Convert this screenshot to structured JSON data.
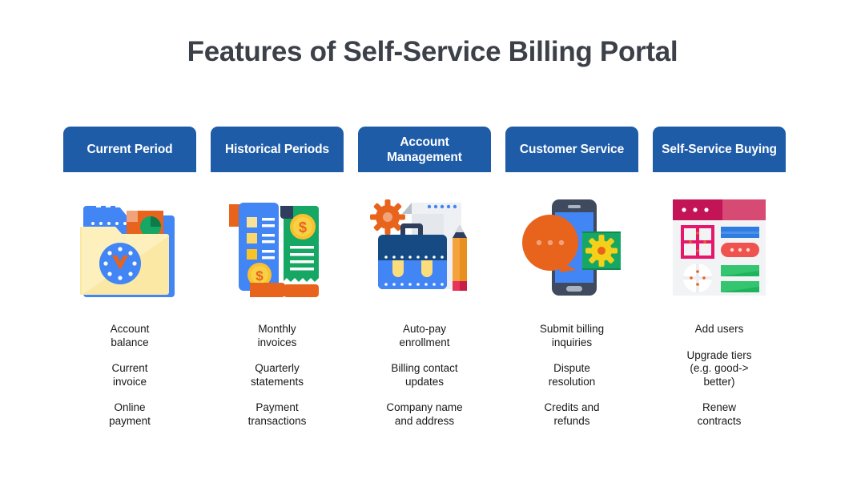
{
  "page": {
    "title": "Features of Self-Service Billing Portal",
    "accent_color": "#1f5ca8",
    "title_color": "#3c4049",
    "text_color": "#19191b",
    "background": "#ffffff"
  },
  "columns": [
    {
      "header": "Current\nPeriod",
      "icon": "folder-clock-report-icon",
      "features": [
        "Account\nbalance",
        "Current\ninvoice",
        "Online\npayment"
      ]
    },
    {
      "header": "Historical\nPeriods",
      "icon": "invoice-receipts-icon",
      "features": [
        "Monthly\ninvoices",
        "Quarterly\nstatements",
        "Payment\ntransactions"
      ]
    },
    {
      "header": "Account\nManagement",
      "icon": "briefcase-notepad-pencil-gear-icon",
      "features": [
        "Auto-pay\nenrollment",
        "Billing contact\nupdates",
        "Company name\nand address"
      ]
    },
    {
      "header": "Customer\nService",
      "icon": "smartphone-chat-support-icon",
      "features": [
        "Submit billing\ninquiries",
        "Dispute\nresolution",
        "Credits and\nrefunds"
      ]
    },
    {
      "header": "Self-Service\nBuying",
      "icon": "browser-dashboard-icon",
      "features": [
        "Add users",
        "Upgrade tiers\n(e.g. good->\nbetter)",
        "Renew\ncontracts"
      ]
    }
  ]
}
